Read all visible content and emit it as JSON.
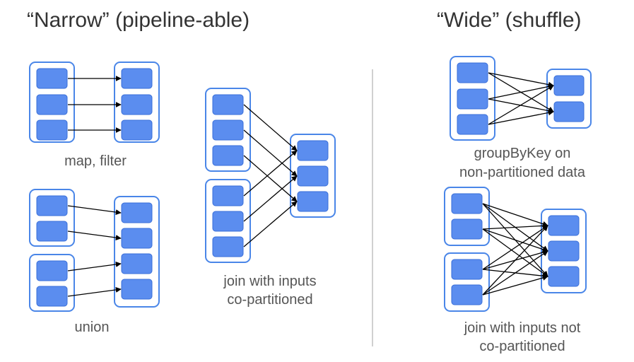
{
  "narrow": {
    "title": "“Narrow” (pipeline-able)",
    "map_filter_label": "map, filter",
    "union_label": "union",
    "join_label_1": "join with inputs",
    "join_label_2": "co-partitioned"
  },
  "wide": {
    "title": "“Wide” (shuffle)",
    "groupby_label_1": "groupByKey on",
    "groupby_label_2": "non-partitioned data",
    "join_label_1": "join with inputs not",
    "join_label_2": "co-partitioned"
  },
  "colors": {
    "partition_fill": "#5b8def",
    "group_border": "#4a86e8",
    "arrow": "#000000"
  }
}
